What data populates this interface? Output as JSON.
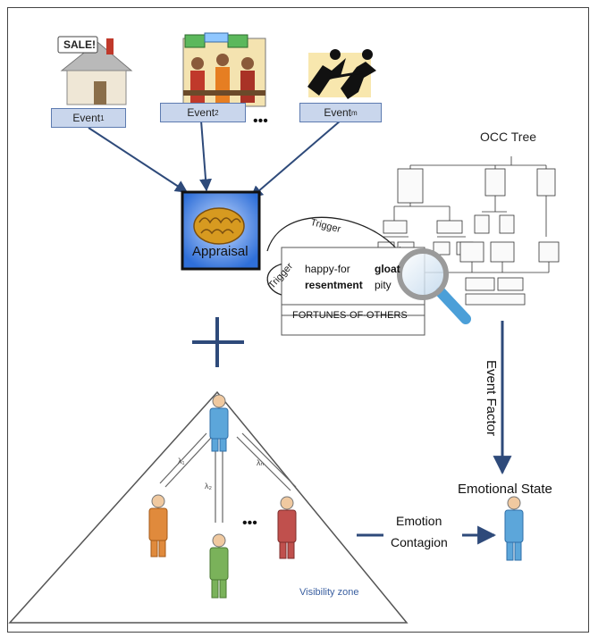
{
  "events": [
    {
      "label": "Event",
      "sub": "1",
      "icon": "house-sale-icon",
      "sign": "SALE!"
    },
    {
      "label": "Event",
      "sub": "2",
      "icon": "people-meeting-icon"
    },
    {
      "label": "Event",
      "sub": "m",
      "icon": "dancers-icon"
    }
  ],
  "ellipsis": "•••",
  "appraisal": {
    "label": "Appraisal",
    "icon": "brain-icon"
  },
  "occ": {
    "title": "OCC Tree",
    "trigger_top": "Trigger",
    "trigger_left": "Trigger",
    "happy_for": "happy-for",
    "resentment": "resentment",
    "gloat": "gloat",
    "pity": "pity",
    "fortunes": "FORTUNES-OF-OTHERS"
  },
  "plus": "+",
  "event_factor": "Event Factor",
  "emotional_state": "Emotional State",
  "emotion_contagion": {
    "line1": "Emotion",
    "line2": "Contagion"
  },
  "visibility_zone": "Visibility zone",
  "lambdas": {
    "l1": "λ₁",
    "l2": "λ₂",
    "ln": "λₙ"
  },
  "colors": {
    "arrow": "#2e4a7a",
    "event_fill": "#c9d6ec",
    "appraisal_fill": "#2f6fd8",
    "agent_blue": "#5ca6da",
    "agent_orange": "#e08a3c",
    "agent_green": "#7ab25a",
    "agent_red": "#c0504d"
  }
}
